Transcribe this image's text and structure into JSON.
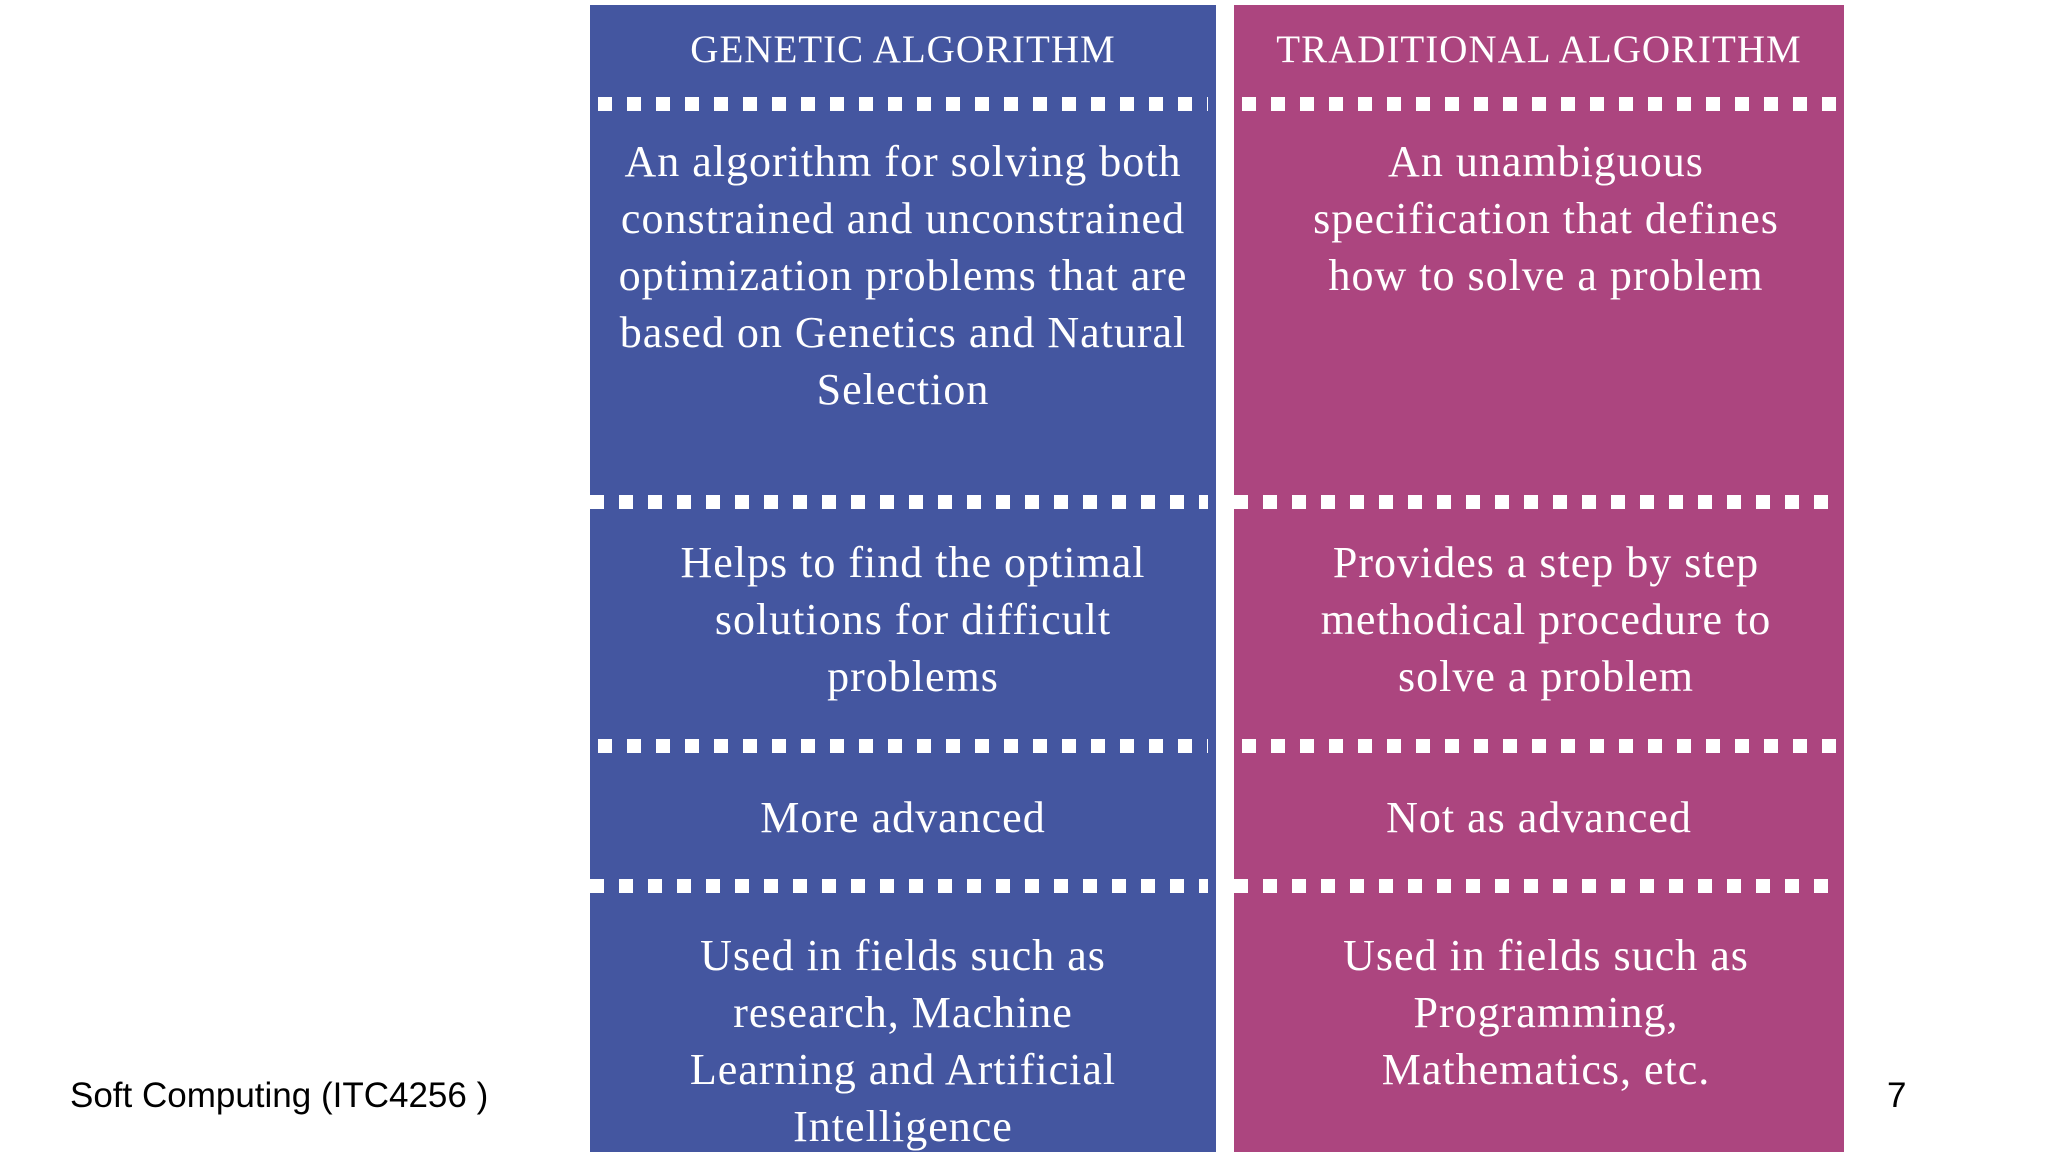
{
  "colors": {
    "genetic_column": "#4456a0",
    "traditional_column": "#ac457f",
    "text": "#ffffff"
  },
  "comparison": {
    "genetic": {
      "header": "GENETIC ALGORITHM",
      "rows": [
        "An algorithm for solving both constrained and unconstrained optimization problems that are based on Genetics and Natural Selection",
        "Helps to find the optimal solutions for difficult problems",
        "More advanced",
        "Used in fields such as research, Machine Learning and Artificial Intelligence"
      ]
    },
    "traditional": {
      "header": "TRADITIONAL ALGORITHM",
      "rows": [
        "An unambiguous specification that defines how to solve a problem",
        "Provides a step by step methodical procedure to solve a problem",
        "Not as advanced",
        "Used in fields such as Programming, Mathematics, etc."
      ]
    }
  },
  "footer": {
    "course": "Soft Computing (ITC4256 )",
    "page_number": "7"
  }
}
